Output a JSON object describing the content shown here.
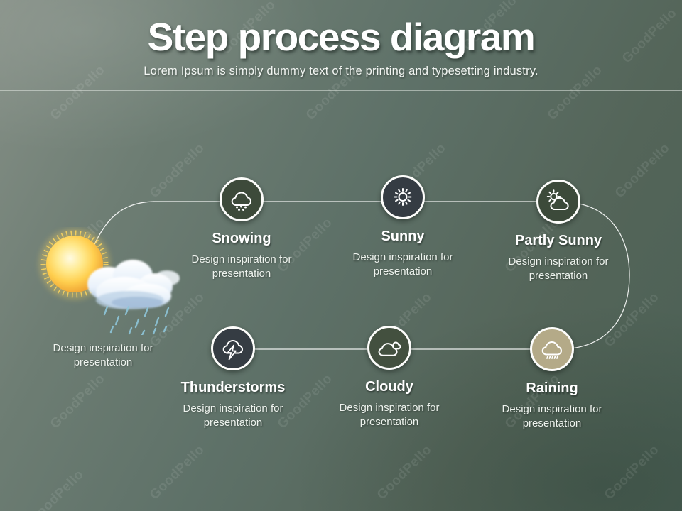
{
  "slide": {
    "title": "Step process diagram",
    "subtitle": "Lorem Ipsum is simply dummy text of the printing and typesetting industry."
  },
  "watermark": "GoodPello",
  "feature": {
    "caption": "Design inspiration for presentation"
  },
  "steps": [
    {
      "label": "Snowing",
      "description": "Design inspiration for presentation",
      "icon": "snow-cloud-icon",
      "color": "#3d4a3a"
    },
    {
      "label": "Sunny",
      "description": "Design inspiration for presentation",
      "icon": "sun-icon",
      "color": "#353c43"
    },
    {
      "label": "Partly Sunny",
      "description": "Design inspiration for presentation",
      "icon": "sun-behind-cloud-icon",
      "color": "#3c4a3a"
    },
    {
      "label": "Thunderstorms",
      "description": "Design inspiration for presentation",
      "icon": "storm-cloud-icon",
      "color": "#353c43"
    },
    {
      "label": "Cloudy",
      "description": "Design inspiration for presentation",
      "icon": "clouds-icon",
      "color": "#43503f"
    },
    {
      "label": "Raining",
      "description": "Design inspiration for presentation",
      "icon": "rain-cloud-icon",
      "color": "#b4aa88"
    }
  ],
  "colors": {
    "background_top_left": "#858f86",
    "background_bottom_right": "#4b6055",
    "connector_line": "#ffffff",
    "circle_ring": "#fdfdfb",
    "text": "#ffffff"
  }
}
